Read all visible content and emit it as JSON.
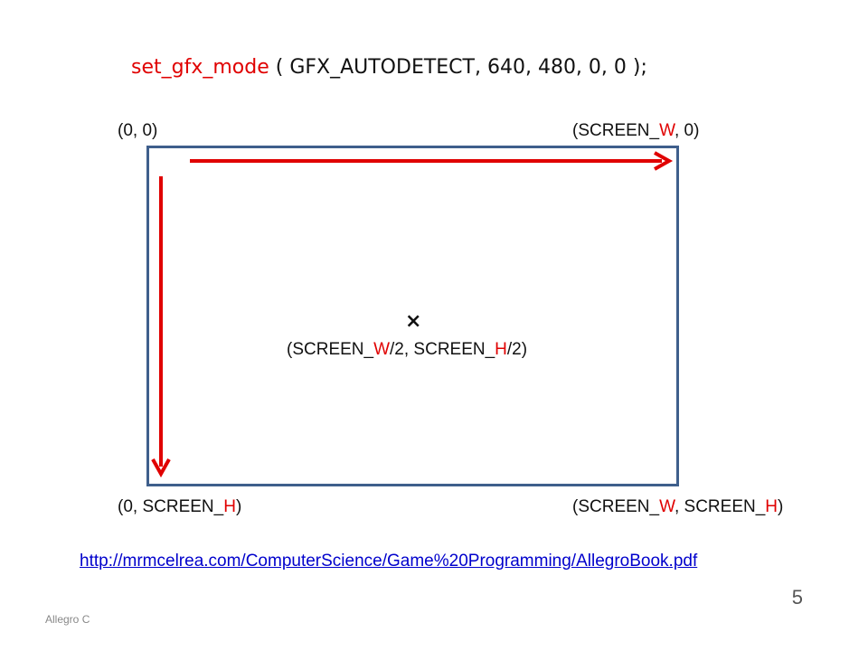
{
  "code": {
    "function": "set_gfx_mode",
    "args": " ( GFX_AUTODETECT, 640, 480, 0, 0 );"
  },
  "labels": {
    "top_left": "(0, 0)",
    "top_right": {
      "pre": "(SCREEN_",
      "var": "W",
      "post": ", 0)"
    },
    "center": {
      "p1": "(SCREEN_",
      "v1": "W",
      "p2": "/2, SCREEN_",
      "v2": "H",
      "p3": "/2)"
    },
    "bottom_left": {
      "pre": "(0, SCREEN_",
      "var": "H",
      "post": ")"
    },
    "bottom_right": {
      "p1": "(SCREEN_",
      "v1": "W",
      "p2": ", SCREEN_",
      "v2": "H",
      "p3": ")"
    }
  },
  "center_marker": "×",
  "link_url": "http://mrmcelrea.com/ComputerScience/Game%20Programming/AllegroBook.pdf",
  "slide_number": "5",
  "footer_text": "Allegro C",
  "colors": {
    "accent": "#e00000",
    "frame": "#3f5f8c",
    "link": "#0000cc"
  }
}
